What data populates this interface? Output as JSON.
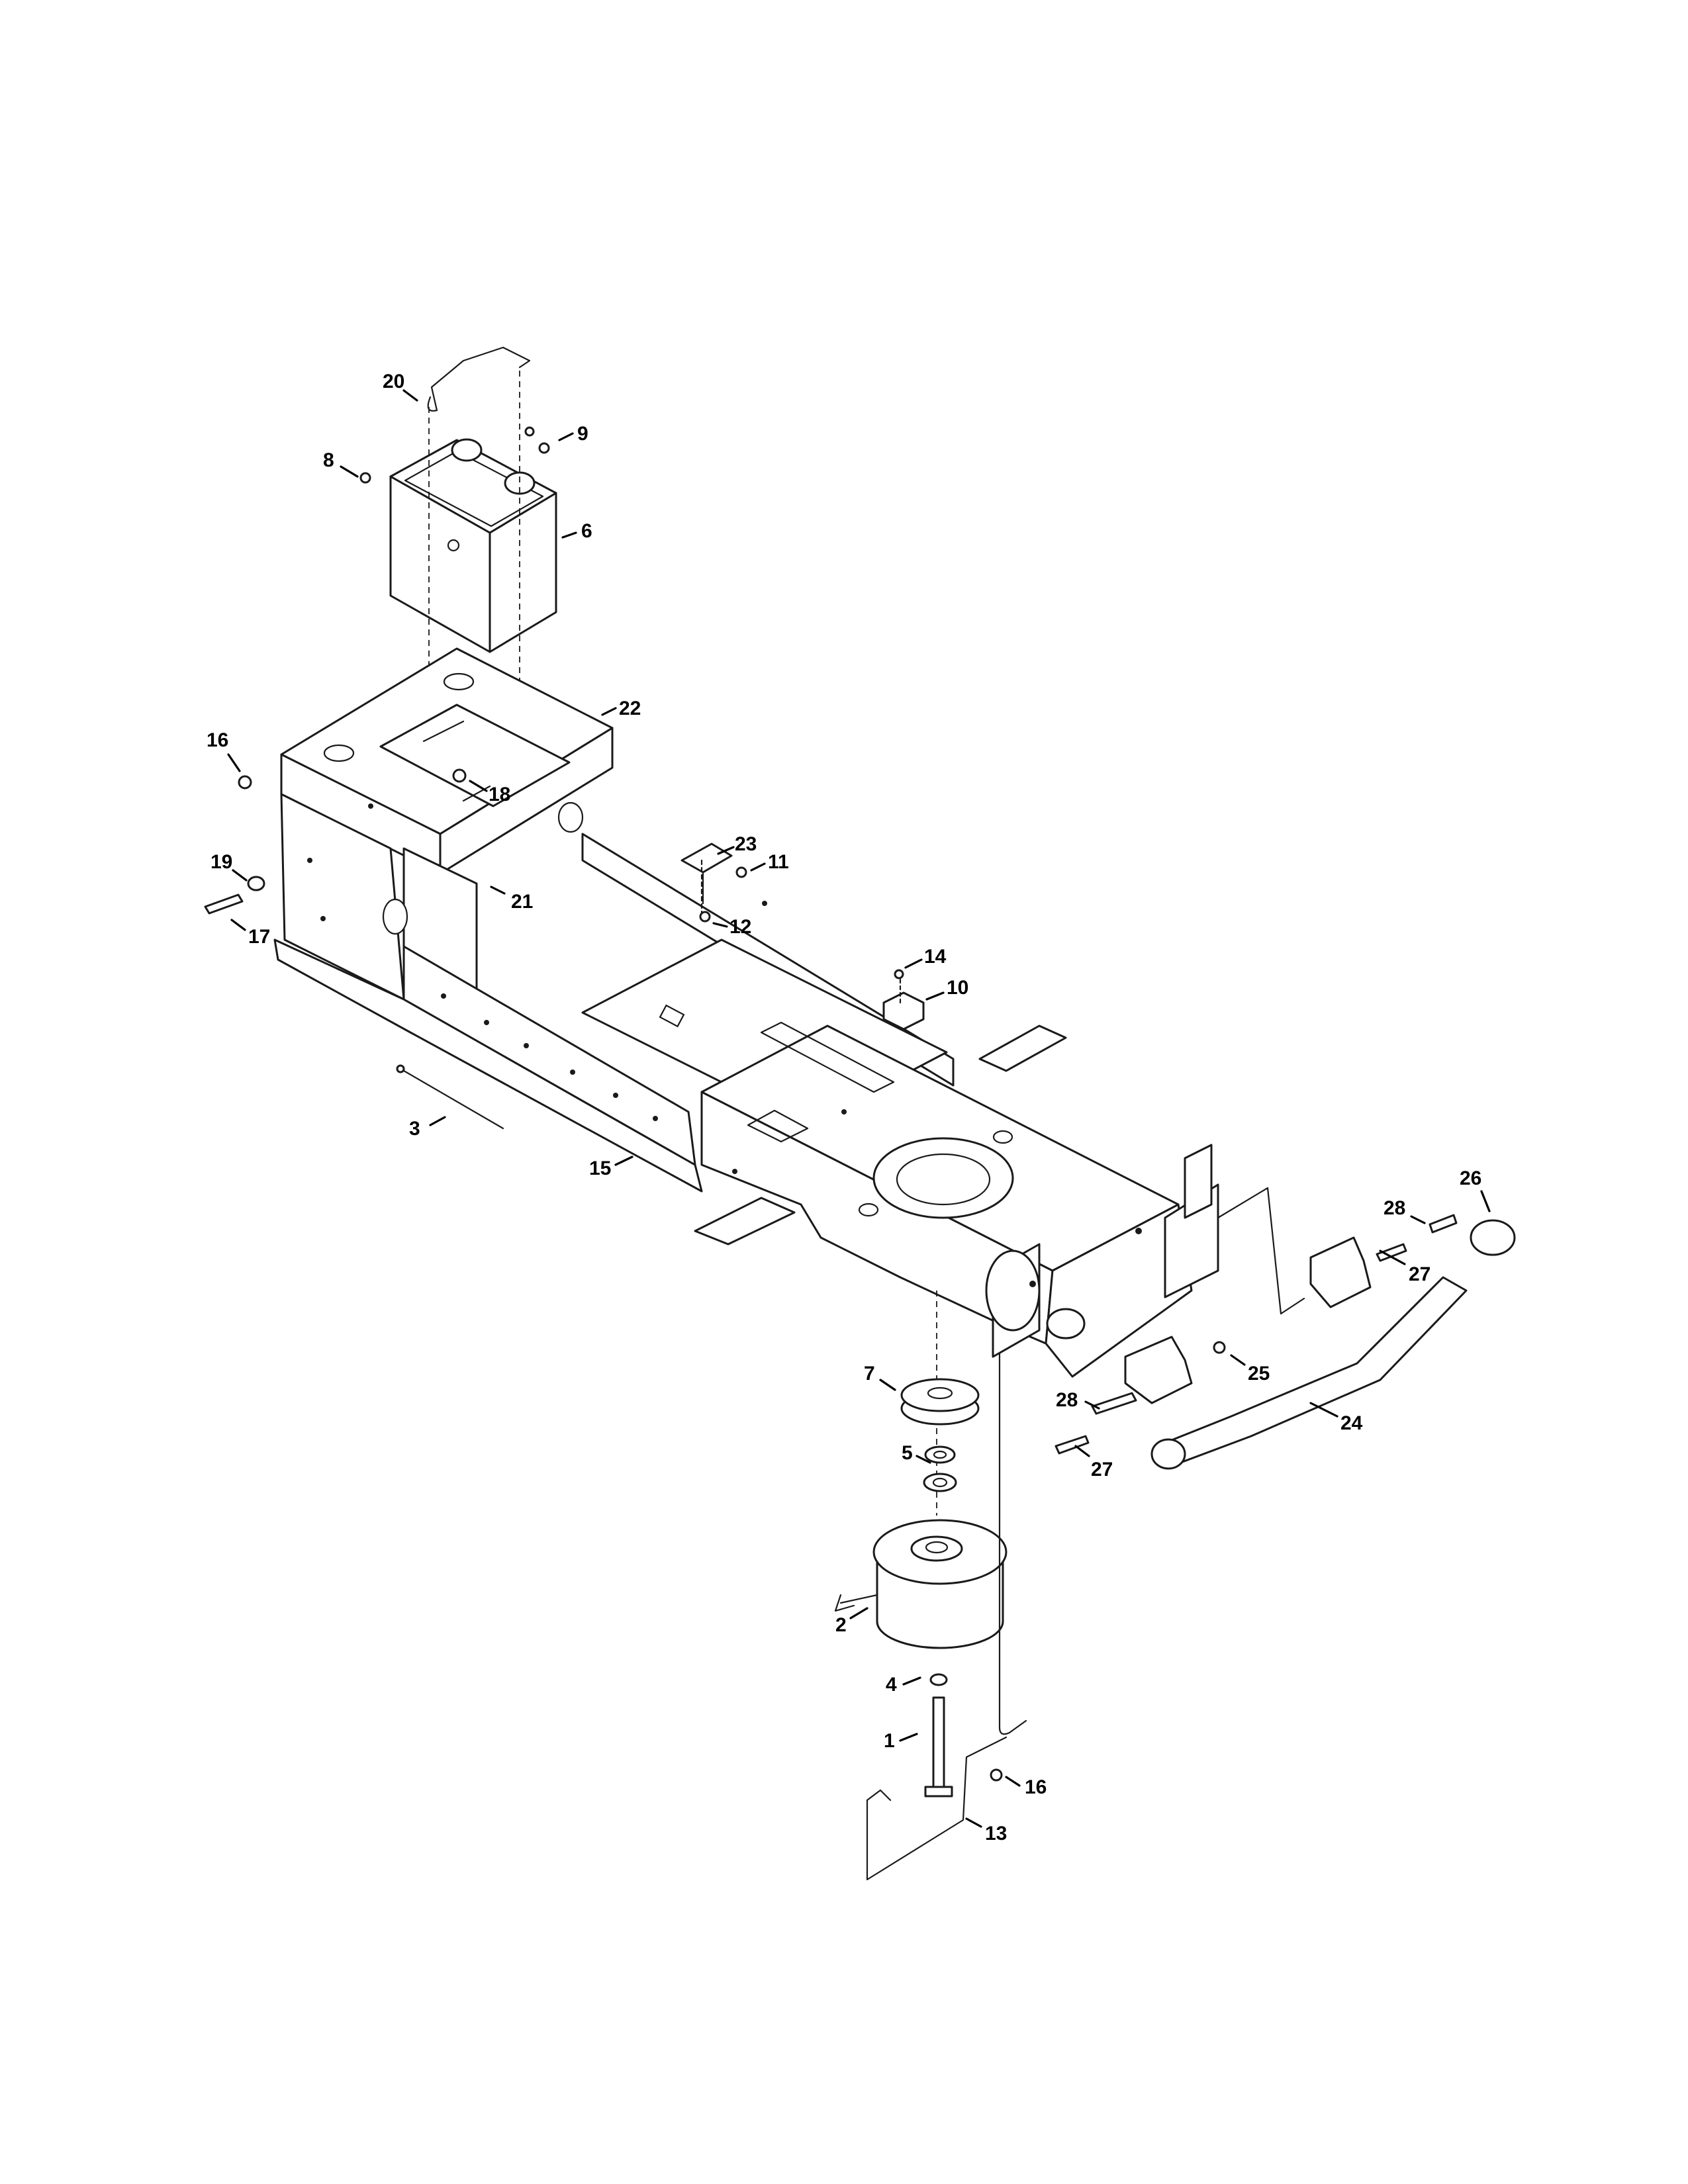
{
  "callouts": [
    {
      "id": "c20",
      "text": "20"
    },
    {
      "id": "c8",
      "text": "8"
    },
    {
      "id": "c9",
      "text": "9"
    },
    {
      "id": "c6",
      "text": "6"
    },
    {
      "id": "c22",
      "text": "22"
    },
    {
      "id": "c16a",
      "text": "16"
    },
    {
      "id": "c18",
      "text": "18"
    },
    {
      "id": "c19",
      "text": "19"
    },
    {
      "id": "c17",
      "text": "17"
    },
    {
      "id": "c21",
      "text": "21"
    },
    {
      "id": "c23",
      "text": "23"
    },
    {
      "id": "c11",
      "text": "11"
    },
    {
      "id": "c12",
      "text": "12"
    },
    {
      "id": "c14",
      "text": "14"
    },
    {
      "id": "c10",
      "text": "10"
    },
    {
      "id": "c3",
      "text": "3"
    },
    {
      "id": "c15",
      "text": "15"
    },
    {
      "id": "c26",
      "text": "26"
    },
    {
      "id": "c28a",
      "text": "28"
    },
    {
      "id": "c27a",
      "text": "27"
    },
    {
      "id": "c7",
      "text": "7"
    },
    {
      "id": "c25",
      "text": "25"
    },
    {
      "id": "c28b",
      "text": "28"
    },
    {
      "id": "c24",
      "text": "24"
    },
    {
      "id": "c27b",
      "text": "27"
    },
    {
      "id": "c5",
      "text": "5"
    },
    {
      "id": "c2",
      "text": "2"
    },
    {
      "id": "c4",
      "text": "4"
    },
    {
      "id": "c1",
      "text": "1"
    },
    {
      "id": "c16b",
      "text": "16"
    },
    {
      "id": "c13",
      "text": "13"
    }
  ]
}
